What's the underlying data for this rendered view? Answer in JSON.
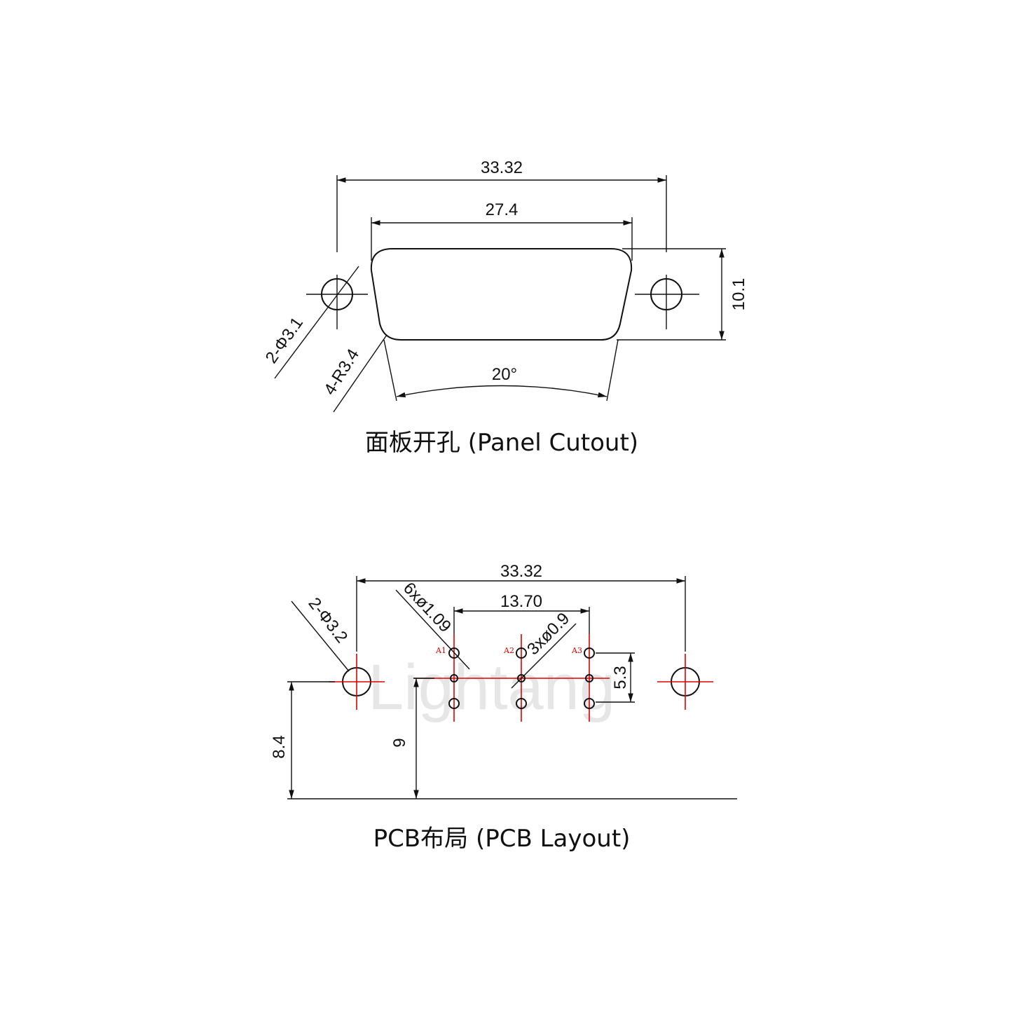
{
  "watermark": "Lightang",
  "panel_cutout": {
    "caption": "面板开孔 (Panel Cutout)",
    "dims": {
      "overall_width": "33.32",
      "d_width": "27.4",
      "height": "10.1",
      "hole_dia": "2-Φ3.1",
      "corner_radius": "4-R3.4",
      "angle": "20°"
    }
  },
  "pcb_layout": {
    "caption": "PCB布局 (PCB Layout)",
    "dims": {
      "overall_width": "33.32",
      "pin_span": "13.70",
      "mount_hole": "2-Φ3.2",
      "pin_hole_a": "6xø1.09",
      "pin_hole_b": "3xø0.9",
      "row_pitch": "5.3",
      "hole_height": "8.4",
      "pin_height": "9"
    },
    "pin_labels": [
      "A1",
      "A2",
      "A3"
    ]
  },
  "colors": {
    "line": "#111111",
    "center_marks": "#e00000",
    "watermark": "#e6e6e6"
  }
}
